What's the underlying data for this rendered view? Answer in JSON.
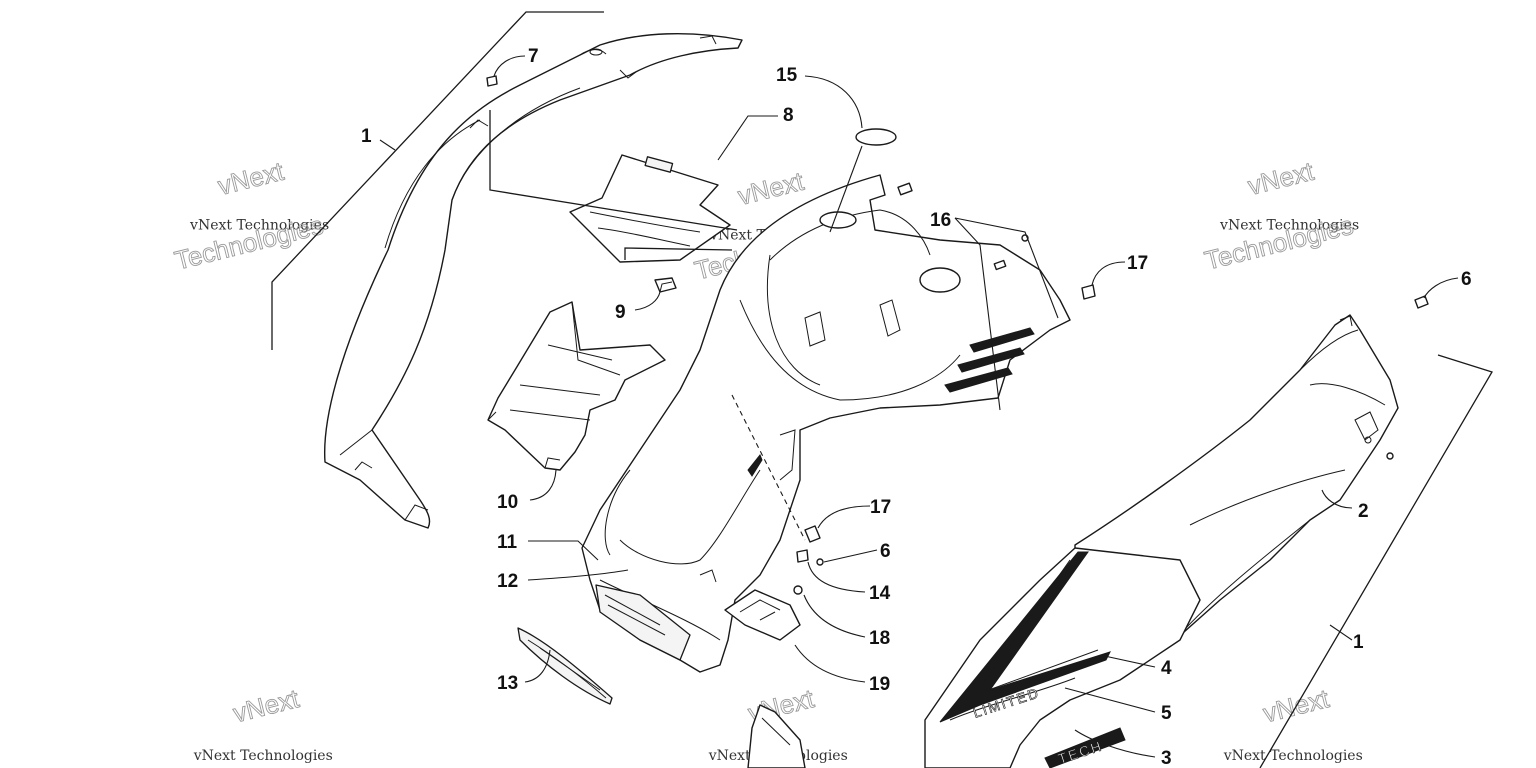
{
  "callouts": [
    {
      "id": "c1a",
      "label": "1"
    },
    {
      "id": "c7",
      "label": "7"
    },
    {
      "id": "c8",
      "label": "8"
    },
    {
      "id": "c9",
      "label": "9"
    },
    {
      "id": "c10",
      "label": "10"
    },
    {
      "id": "c11",
      "label": "11"
    },
    {
      "id": "c12",
      "label": "12"
    },
    {
      "id": "c13",
      "label": "13"
    },
    {
      "id": "c14",
      "label": "14"
    },
    {
      "id": "c15",
      "label": "15"
    },
    {
      "id": "c16",
      "label": "16"
    },
    {
      "id": "c17a",
      "label": "17"
    },
    {
      "id": "c17b",
      "label": "17"
    },
    {
      "id": "c6a",
      "label": "6"
    },
    {
      "id": "c6b",
      "label": "6"
    },
    {
      "id": "c18",
      "label": "18"
    },
    {
      "id": "c19",
      "label": "19"
    },
    {
      "id": "c2",
      "label": "2"
    },
    {
      "id": "c1b",
      "label": "1"
    },
    {
      "id": "c4",
      "label": "4"
    },
    {
      "id": "c5",
      "label": "5"
    },
    {
      "id": "c3",
      "label": "3"
    }
  ],
  "watermark": {
    "line1": "vNext",
    "line2": "vNext Technologies",
    "line3": "Technologies"
  },
  "decals": {
    "limited": "LIMITED",
    "tech": "TECH"
  }
}
